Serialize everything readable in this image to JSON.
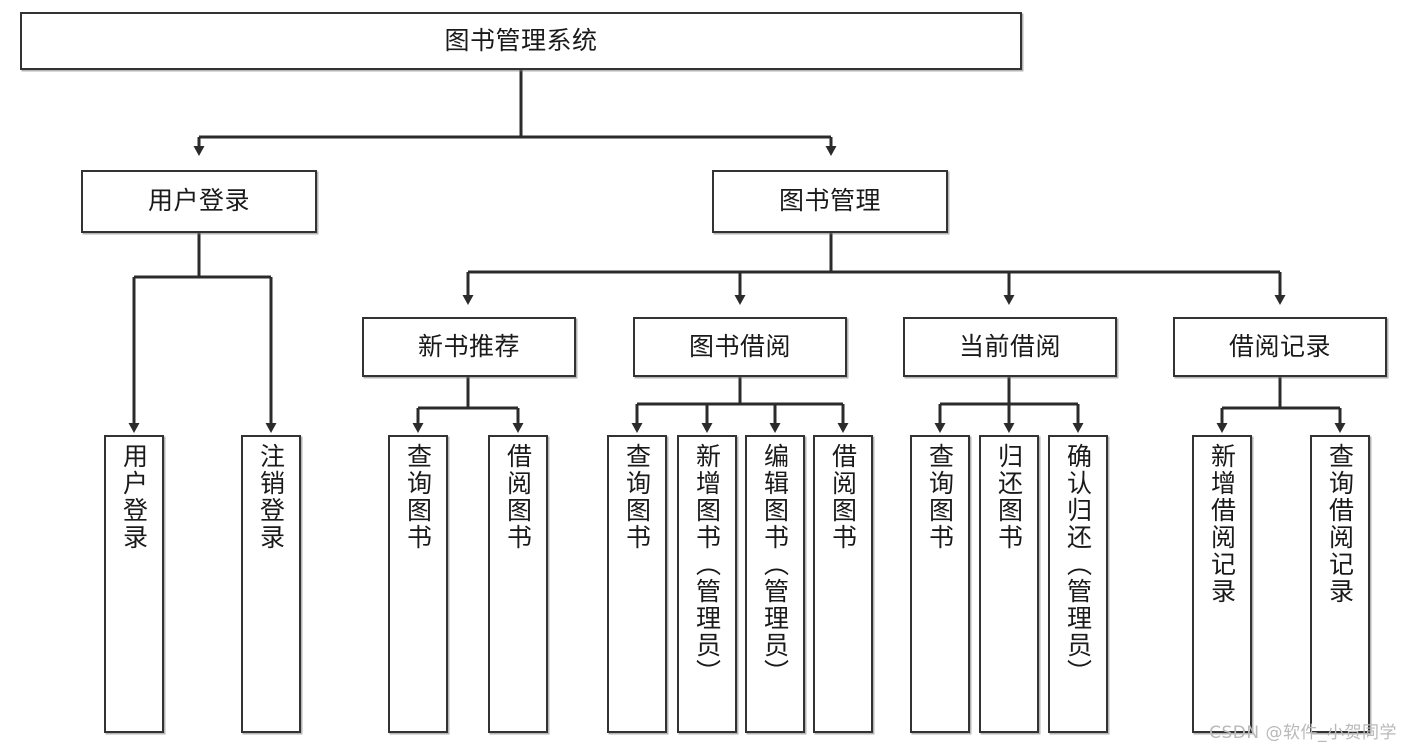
{
  "diagram": {
    "type": "tree-hierarchy-chart",
    "title": "图书管理系统",
    "colors": {
      "box_border": "#333333",
      "box_fill": "#ffffff",
      "edge": "#2b2b2b",
      "text": "#1a1a1a",
      "watermark": "#b9b9b9",
      "background": "#ffffff"
    },
    "root": {
      "label": "图书管理系统"
    },
    "level2": [
      {
        "label": "用户登录"
      },
      {
        "label": "图书管理"
      }
    ],
    "level3": [
      {
        "label": "新书推荐"
      },
      {
        "label": "图书借阅"
      },
      {
        "label": "当前借阅"
      },
      {
        "label": "借阅记录"
      }
    ],
    "leaves": {
      "user_login": [
        {
          "label": "用户登录"
        },
        {
          "label": "注销登录"
        }
      ],
      "new_book_recommend": [
        {
          "label": "查询图书"
        },
        {
          "label": "借阅图书"
        }
      ],
      "book_borrow": [
        {
          "label": "查询图书"
        },
        {
          "label": "新增图书（管理员）"
        },
        {
          "label": "编辑图书（管理员）"
        },
        {
          "label": "借阅图书"
        }
      ],
      "current_borrow": [
        {
          "label": "查询图书"
        },
        {
          "label": "归还图书"
        },
        {
          "label": "确认归还（管理员）"
        }
      ],
      "borrow_record": [
        {
          "label": "新增借阅记录"
        },
        {
          "label": "查询借阅记录"
        }
      ]
    },
    "watermark": "CSDN @软件_小贺同学"
  }
}
